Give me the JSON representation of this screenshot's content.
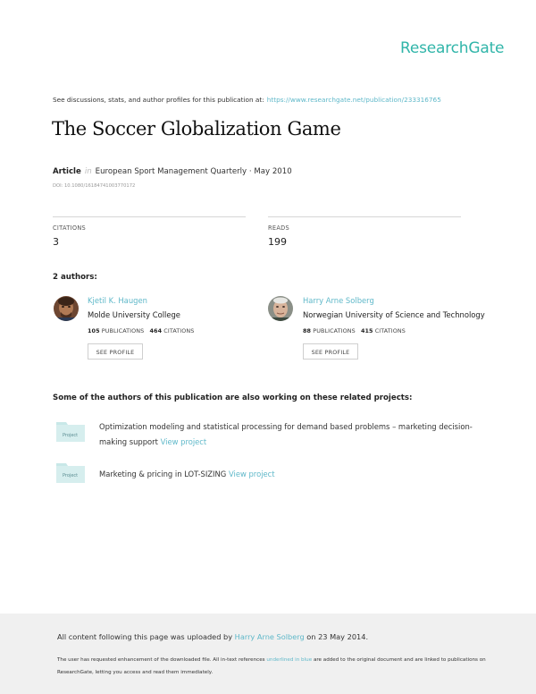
{
  "brand": "ResearchGate",
  "discussion": {
    "text": "See discussions, stats, and author profiles for this publication at:",
    "url": "https://www.researchgate.net/publication/233316765"
  },
  "title": "The Soccer Globalization Game",
  "article": {
    "type": "Article",
    "in": "in",
    "journal": "European Sport Management Quarterly · May 2010",
    "doi": "DOI: 10.1080/16184741003770172"
  },
  "stats": {
    "citations_label": "CITATIONS",
    "citations_value": "3",
    "reads_label": "READS",
    "reads_value": "199"
  },
  "authors_heading": "2 authors:",
  "authors": [
    {
      "name": "Kjetil K. Haugen",
      "institution": "Molde University College",
      "publications_count": "105",
      "publications_label": "PUBLICATIONS",
      "citations_count": "464",
      "citations_label": "CITATIONS",
      "button": "SEE PROFILE"
    },
    {
      "name": "Harry Arne Solberg",
      "institution": "Norwegian University of Science and Technology",
      "publications_count": "88",
      "publications_label": "PUBLICATIONS",
      "citations_count": "415",
      "citations_label": "CITATIONS",
      "button": "SEE PROFILE"
    }
  ],
  "projects_heading": "Some of the authors of this publication are also working on these related projects:",
  "projects": [
    {
      "folder_label": "Project",
      "text": "Optimization modeling and statistical processing for demand based problems – marketing decision-making support",
      "link": "View project"
    },
    {
      "folder_label": "Project",
      "text": "Marketing & pricing in LOT-SIZING",
      "link": "View project"
    }
  ],
  "footer": {
    "upload_prefix": "All content following this page was uploaded by",
    "uploader": "Harry Arne Solberg",
    "upload_suffix": "on 23 May 2014.",
    "note_prefix": "The user has requested enhancement of the downloaded file. All in-text references",
    "note_link": "underlined in blue",
    "note_suffix": "are added to the original document and are linked to publications on ResearchGate, letting you access and read them immediately."
  },
  "colors": {
    "brand": "#30b5a9",
    "link": "#5fb8c9",
    "footer_bg": "#f0f0f0"
  }
}
